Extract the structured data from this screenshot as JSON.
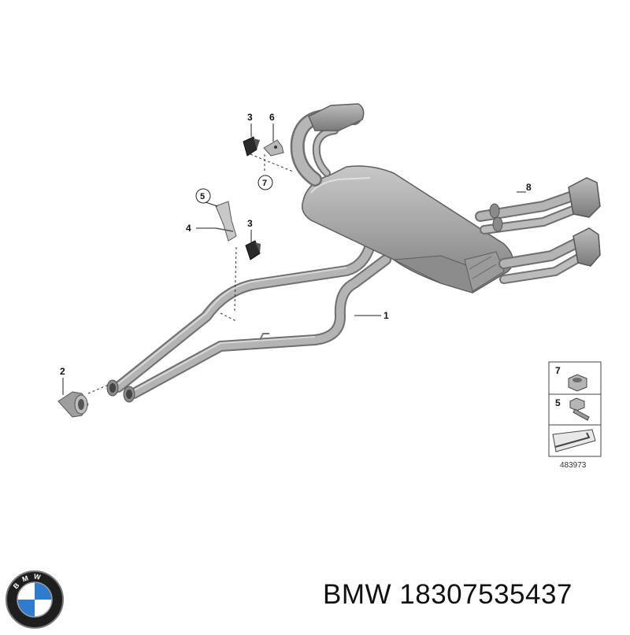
{
  "callouts": {
    "c1": "1",
    "c2": "2",
    "c3a": "3",
    "c3b": "3",
    "c4": "4",
    "c5": "5",
    "c6": "6",
    "c7": "7",
    "c8": "8"
  },
  "legend": {
    "item_nut": "7",
    "item_bolt": "5",
    "reference_number": "483973"
  },
  "brand": {
    "name": "BMW",
    "part_number": "18307535437",
    "logo_letters": "BMW"
  },
  "colors": {
    "metal": "#a3a3a3",
    "metal_dark": "#6f6f6f",
    "metal_light": "#d6d6d6",
    "logo_blue": "#2f7bd0",
    "logo_ring": "#1e1e1e"
  }
}
